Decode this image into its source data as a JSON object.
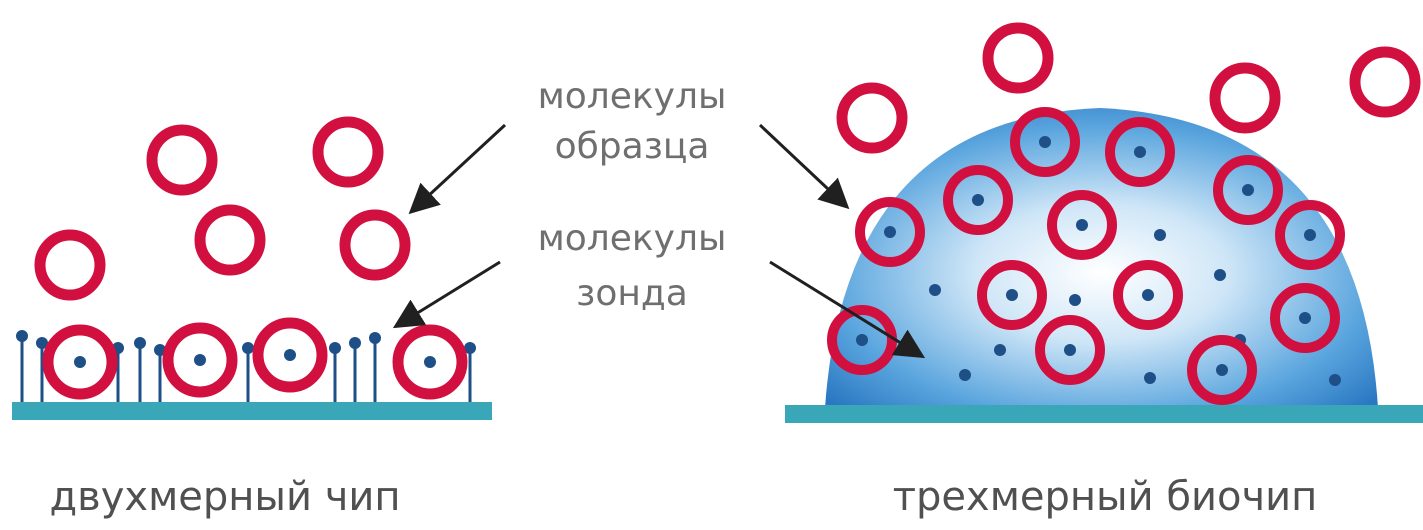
{
  "labels": {
    "sample_molecules_line1": "молекулы",
    "sample_molecules_line2": "образца",
    "probe_molecules_line1": "молекулы",
    "probe_molecules_line2": "зонда"
  },
  "captions": {
    "left": "двухмерный чип",
    "right": "трехмерный биочип"
  },
  "colors": {
    "substrate": "#3aa7b8",
    "sample_ring": "#d21040",
    "probe_dot": "#1e4f86",
    "gel_dome": "#3f8fd0",
    "arrow": "#202020",
    "label_text": "#6f6f6f"
  },
  "icons": {
    "sample_molecule": "red-ring",
    "probe_molecule": "blue-dot",
    "pointer": "arrow"
  }
}
